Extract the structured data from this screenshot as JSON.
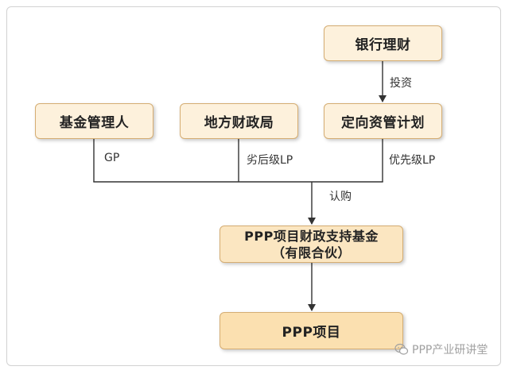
{
  "nodes": {
    "bank_wealth": "银行理财",
    "fund_manager": "基金管理人",
    "local_finance": "地方财政局",
    "directed_asset_plan": "定向资管计划",
    "ppp_fund_line1": "PPP项目财政支持基金",
    "ppp_fund_line2": "（有限合伙）",
    "ppp_project": "PPP项目"
  },
  "edges": {
    "invest": "投资",
    "gp": "GP",
    "subordinate_lp": "劣后级LP",
    "priority_lp": "优先级LP",
    "subscribe": "认购"
  },
  "watermark": {
    "icon": "wechat-icon",
    "text": "PPP产业研讲堂"
  },
  "colors": {
    "box_fill": "#fdf1dc",
    "box_border": "#d5ad72",
    "fund_fill": "#fbe6c1",
    "project_fill": "#fbe0b0",
    "line": "#333333"
  }
}
